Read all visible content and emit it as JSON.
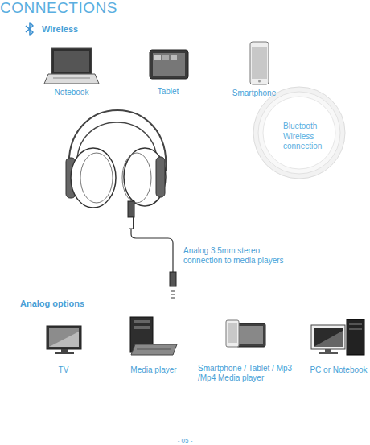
{
  "diagram": {
    "title": "CONNECTIONS",
    "nodes": [
      {
        "text": [
          "Bluetooth Wireless connection"
        ]
      }
    ],
    "labels": [
      "Wireless",
      "Notebook",
      "Tablet",
      "Smartphone",
      "Analog 3.5mm stereo connection to media players",
      "Analog options",
      "TV",
      "Media player",
      "Smartphone / Tablet / Mp3 /Mp4 Media player",
      "PC or Notebook",
      "- 05 -"
    ]
  }
}
